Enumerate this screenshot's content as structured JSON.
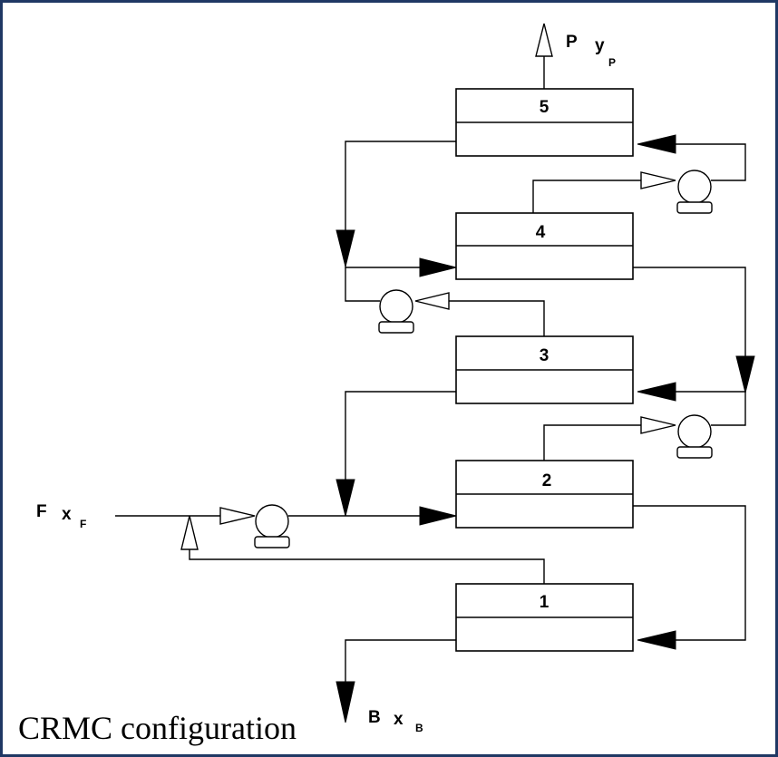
{
  "stages": [
    {
      "id": "1",
      "label": "1"
    },
    {
      "id": "2",
      "label": "2"
    },
    {
      "id": "3",
      "label": "3"
    },
    {
      "id": "4",
      "label": "4"
    },
    {
      "id": "5",
      "label": "5"
    }
  ],
  "streams": {
    "feed": {
      "name": "F",
      "comp": "x",
      "sub": "F"
    },
    "product": {
      "name": "P",
      "comp": "y",
      "sub": "P"
    },
    "bottoms": {
      "name": "B",
      "comp": "x",
      "sub": "B"
    }
  },
  "caption": "CRMC configuration",
  "colors": {
    "frame": "#1f3864",
    "line": "#000000"
  }
}
